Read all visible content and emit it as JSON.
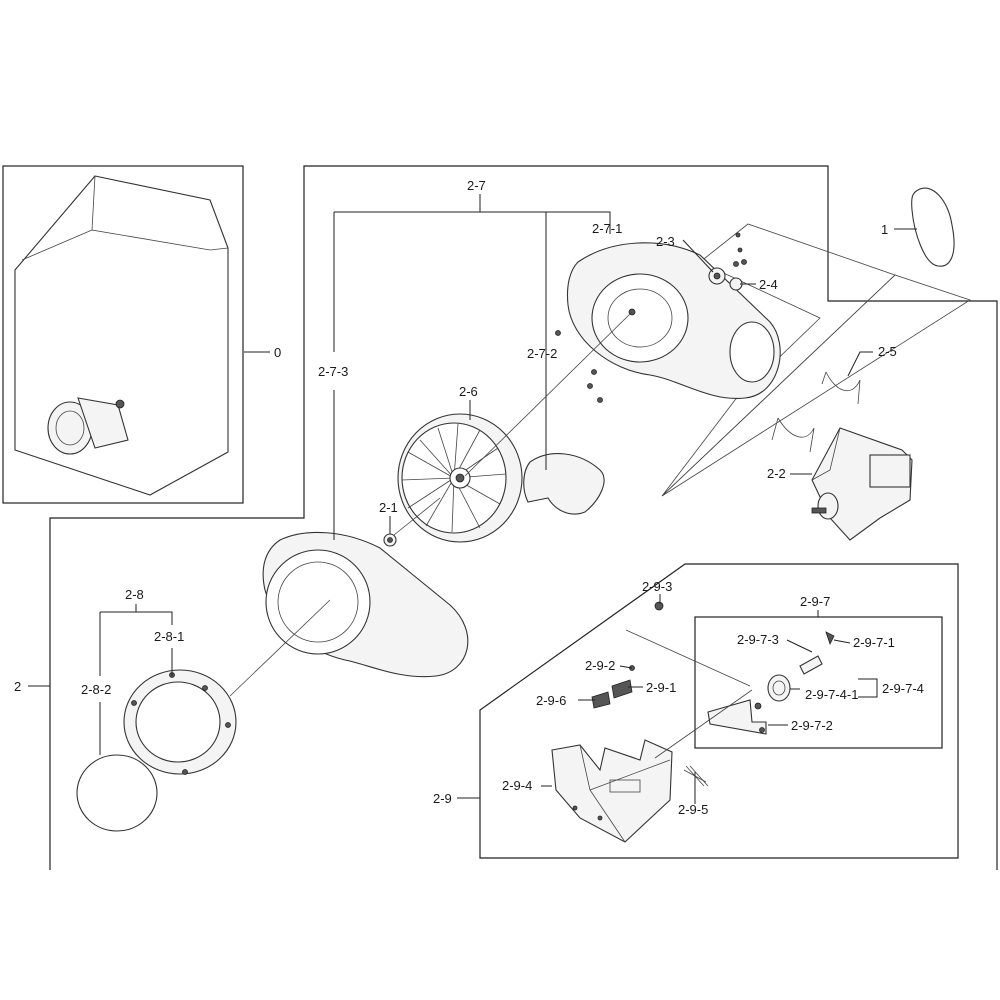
{
  "callouts": {
    "c0": "0",
    "c1": "1",
    "c2": "2",
    "c2_1": "2-1",
    "c2_2": "2-2",
    "c2_3": "2-3",
    "c2_4": "2-4",
    "c2_5": "2-5",
    "c2_6": "2-6",
    "c2_7": "2-7",
    "c2_7_1": "2-7-1",
    "c2_7_2": "2-7-2",
    "c2_7_3": "2-7-3",
    "c2_8": "2-8",
    "c2_8_1": "2-8-1",
    "c2_8_2": "2-8-2",
    "c2_9": "2-9",
    "c2_9_1": "2-9-1",
    "c2_9_2": "2-9-2",
    "c2_9_3": "2-9-3",
    "c2_9_4": "2-9-4",
    "c2_9_5": "2-9-5",
    "c2_9_6": "2-9-6",
    "c2_9_7": "2-9-7",
    "c2_9_7_1": "2-9-7-1",
    "c2_9_7_2": "2-9-7-2",
    "c2_9_7_3": "2-9-7-3",
    "c2_9_7_4": "2-9-7-4",
    "c2_9_7_4_1": "2-9-7-4-1"
  }
}
